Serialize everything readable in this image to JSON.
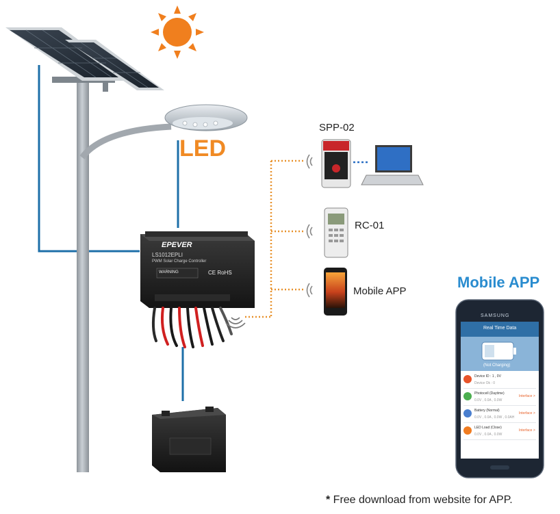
{
  "labels": {
    "led": "LED",
    "spp": "SPP-02",
    "rc": "RC-01",
    "mobile": "Mobile APP",
    "app_title": "Mobile APP",
    "footnote_star": "*",
    "footnote": " Free download from website for APP."
  },
  "controller": {
    "brand": "EPEVER",
    "model": "LS1012EPLI",
    "subtitle": "PWM Solar Charge Controller",
    "warning": "WARNING",
    "certs": "CE RoHS"
  },
  "phone_screen": {
    "brand": "SAMSUNG",
    "header": "Real Time Data",
    "status": "(Not Charging)",
    "rows": [
      {
        "title": "Device ID : 1 , 0V",
        "sub": "Device Ok : 0",
        "icon_color": "#e8542a",
        "link": ""
      },
      {
        "title": "Photocell (Daytime)",
        "sub": "0.0V , 0.0A , 0.0W",
        "icon_color": "#4caf50",
        "link": "Interface >"
      },
      {
        "title": "Battery (Normal)",
        "sub": "0.0V , 0.0A , 0.0W , 0.0AH",
        "icon_color": "#4a7fcf",
        "link": "Interface >"
      },
      {
        "title": "LED Load (Close)",
        "sub": "0.0V , 0.0A , 0.0W",
        "icon_color": "#f07c20",
        "link": "Interface >"
      }
    ]
  },
  "colors": {
    "pole": "#a7adb3",
    "wire": "#1d6fa8",
    "dotted_link": "#e8912b",
    "sun": "#f07f1e",
    "led_text": "#f08a24",
    "app_title": "#2a8ccf"
  }
}
